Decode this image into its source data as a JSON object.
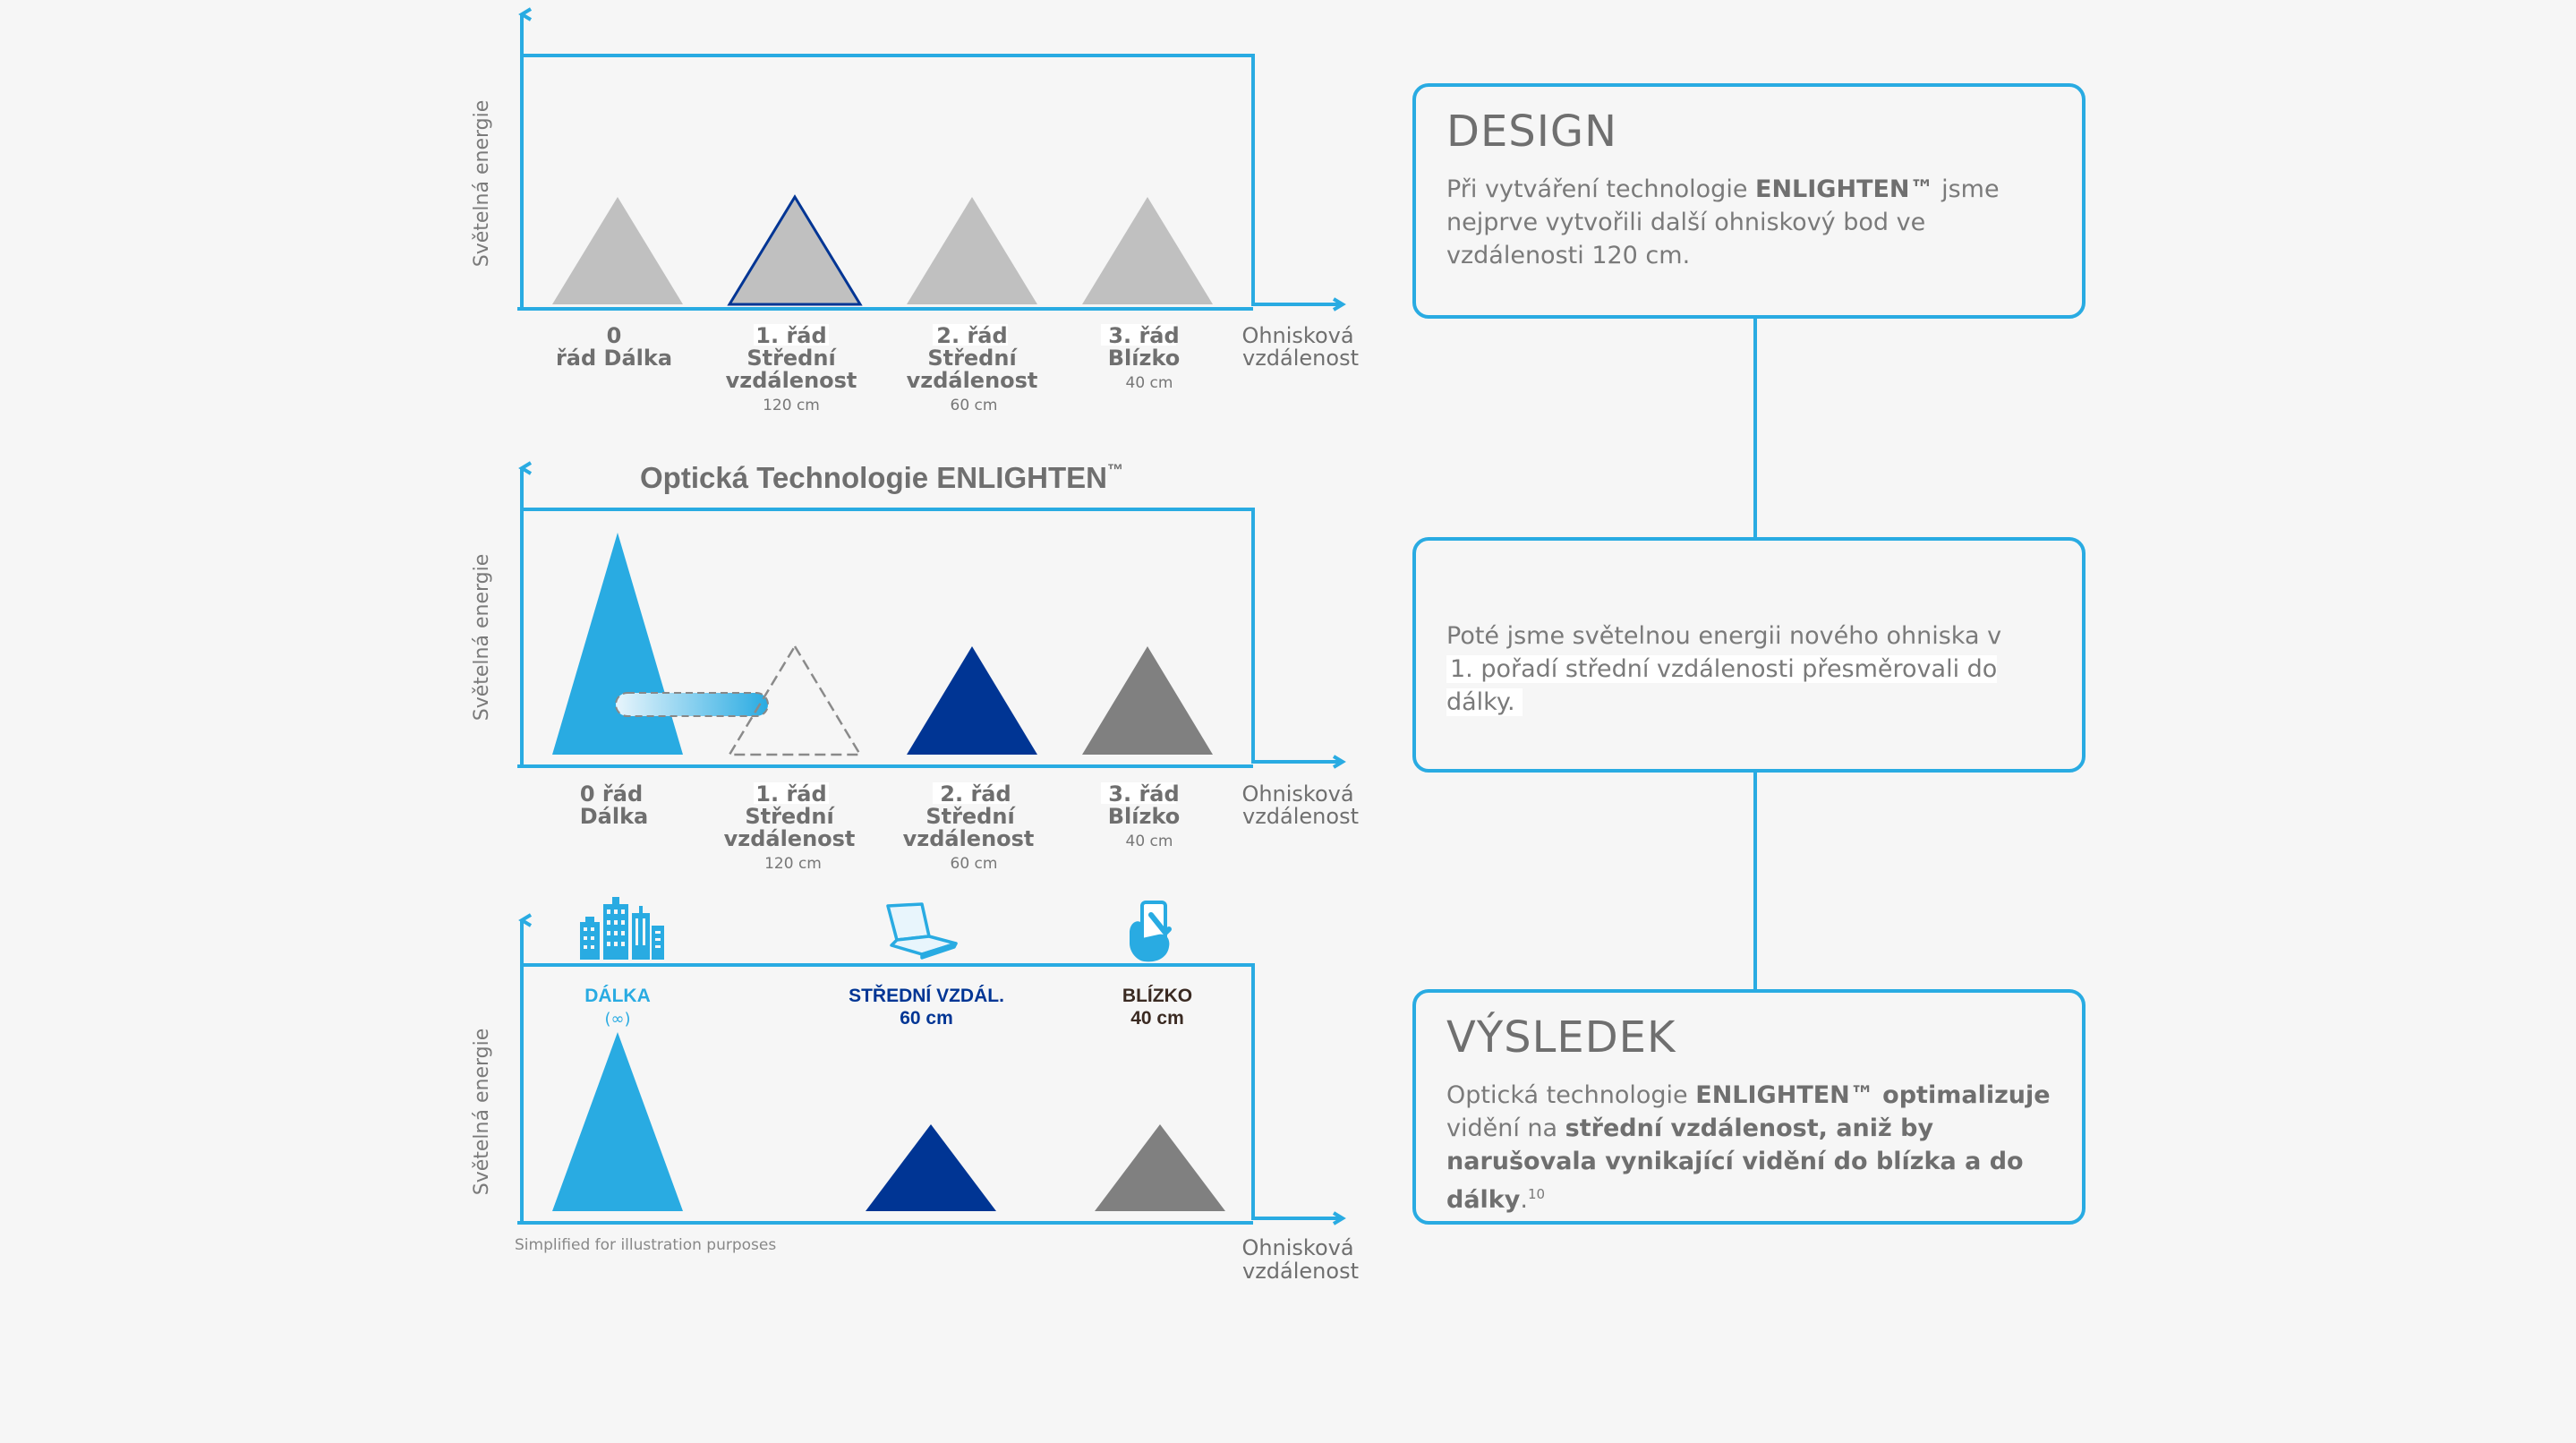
{
  "colors": {
    "accent": "#29abe2",
    "navy": "#003594",
    "gray_triangle": "#c0c0c0",
    "dark_gray_triangle": "#808080",
    "text": "#6f6f6f"
  },
  "panel1": {
    "y_label": "Světelná energie",
    "x_label_1": "Ohnisková",
    "x_label_2": "vzdálenost",
    "orders": [
      {
        "l1": "0",
        "l2": "řád Dálka",
        "l3": "",
        "sub": ""
      },
      {
        "l1": "1. řád",
        "l2": "Střední",
        "l3": "vzdálenost",
        "sub": "120 cm"
      },
      {
        "l1": "2. řád",
        "l2": "Střední",
        "l3": "vzdálenost",
        "sub": "60 cm"
      },
      {
        "l1": "3. řád",
        "l2": "Blízko",
        "l3": "",
        "sub": "40 cm"
      }
    ]
  },
  "panel2": {
    "title": "Optická Technologie ENLIGHTEN",
    "title_tm": "™",
    "y_label": "Světelná energie",
    "x_label_1": "Ohnisková",
    "x_label_2": "vzdálenost",
    "orders": [
      {
        "l1": "0 řád",
        "l2": "Dálka",
        "l3": "",
        "sub": ""
      },
      {
        "l1": "1. řád",
        "l2": "Střední",
        "l3": "vzdálenost",
        "sub": "120 cm"
      },
      {
        "l1": "2. řád",
        "l2": "Střední",
        "l3": "vzdálenost",
        "sub": "60 cm"
      },
      {
        "l1": "3. řád",
        "l2": "Blízko",
        "l3": "",
        "sub": "40 cm"
      }
    ]
  },
  "panel3": {
    "y_label": "Světelná energie",
    "x_label_1": "Ohnisková",
    "x_label_2": "vzdálenost",
    "note": "Simplified for illustration purposes",
    "icons": [
      "city-buildings-icon",
      "laptop-icon",
      "smartphone-hand-icon"
    ],
    "zones": [
      {
        "l1": "DÁLKA",
        "l2": "(∞)"
      },
      {
        "l1": "STŘEDNÍ VZDÁL.",
        "l2": "60 cm"
      },
      {
        "l1": "BLÍZKO",
        "l2": "40 cm"
      }
    ]
  },
  "boxes": {
    "design": {
      "heading": "DESIGN",
      "t1": "Při vytváření technologie ",
      "b1": "ENLIGHTEN™",
      "t2": " jsme nejprve vytvořili další ohniskový bod ve vzdálenosti 120 cm."
    },
    "middle": {
      "t1": "Poté jsme světelnou energii nového ohniska v",
      "t2": "1. pořadí střední vzdálenosti přesměrovali do dálky."
    },
    "result": {
      "heading": "VÝSLEDEK",
      "t1": "Optická technologie ",
      "b1": "ENLIGHTEN™ optimalizuje",
      "t2": " vidění na ",
      "b2": "střední vzdálenost, aniž by narušovala vynikající vidění do blízka a do dálky",
      "t3": ".",
      "sup": "10"
    }
  }
}
